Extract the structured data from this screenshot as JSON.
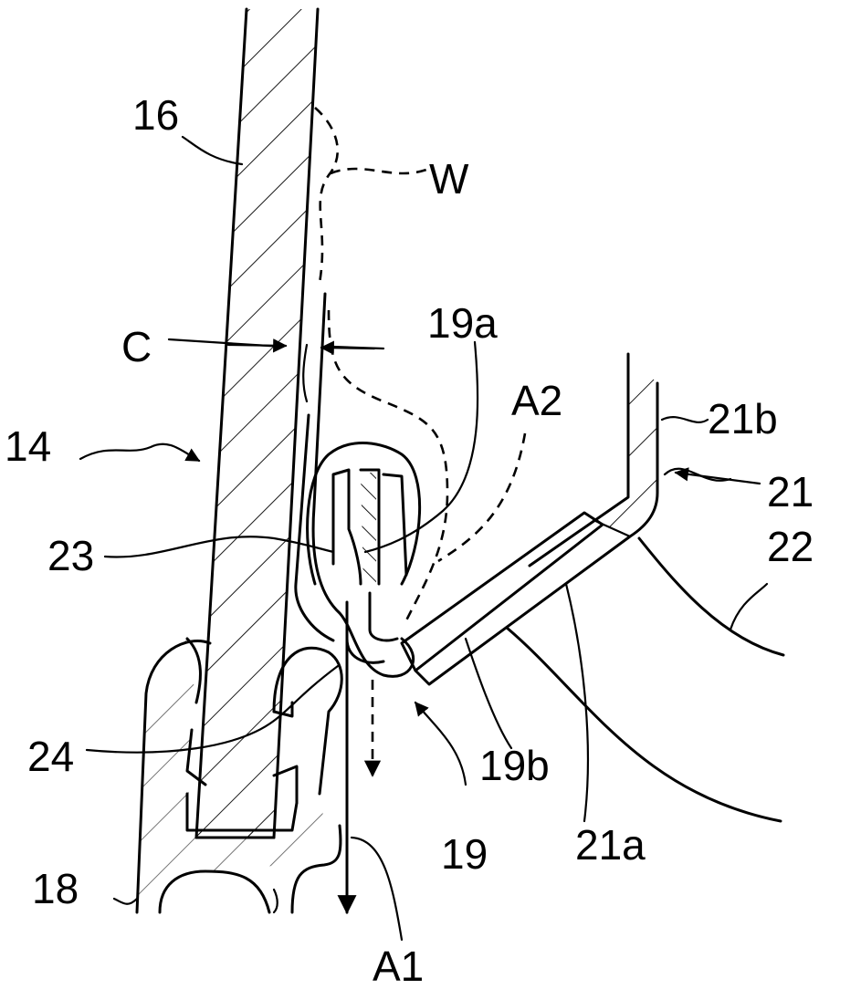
{
  "labels": {
    "l16": "16",
    "lW": "W",
    "l19a": "19a",
    "lC": "C",
    "lA2": "A2",
    "l21b": "21b",
    "l14": "14",
    "l21": "21",
    "l22": "22",
    "l23": "23",
    "l24": "24",
    "l19b": "19b",
    "l19": "19",
    "l21a": "21a",
    "l18": "18",
    "lA1": "A1"
  }
}
